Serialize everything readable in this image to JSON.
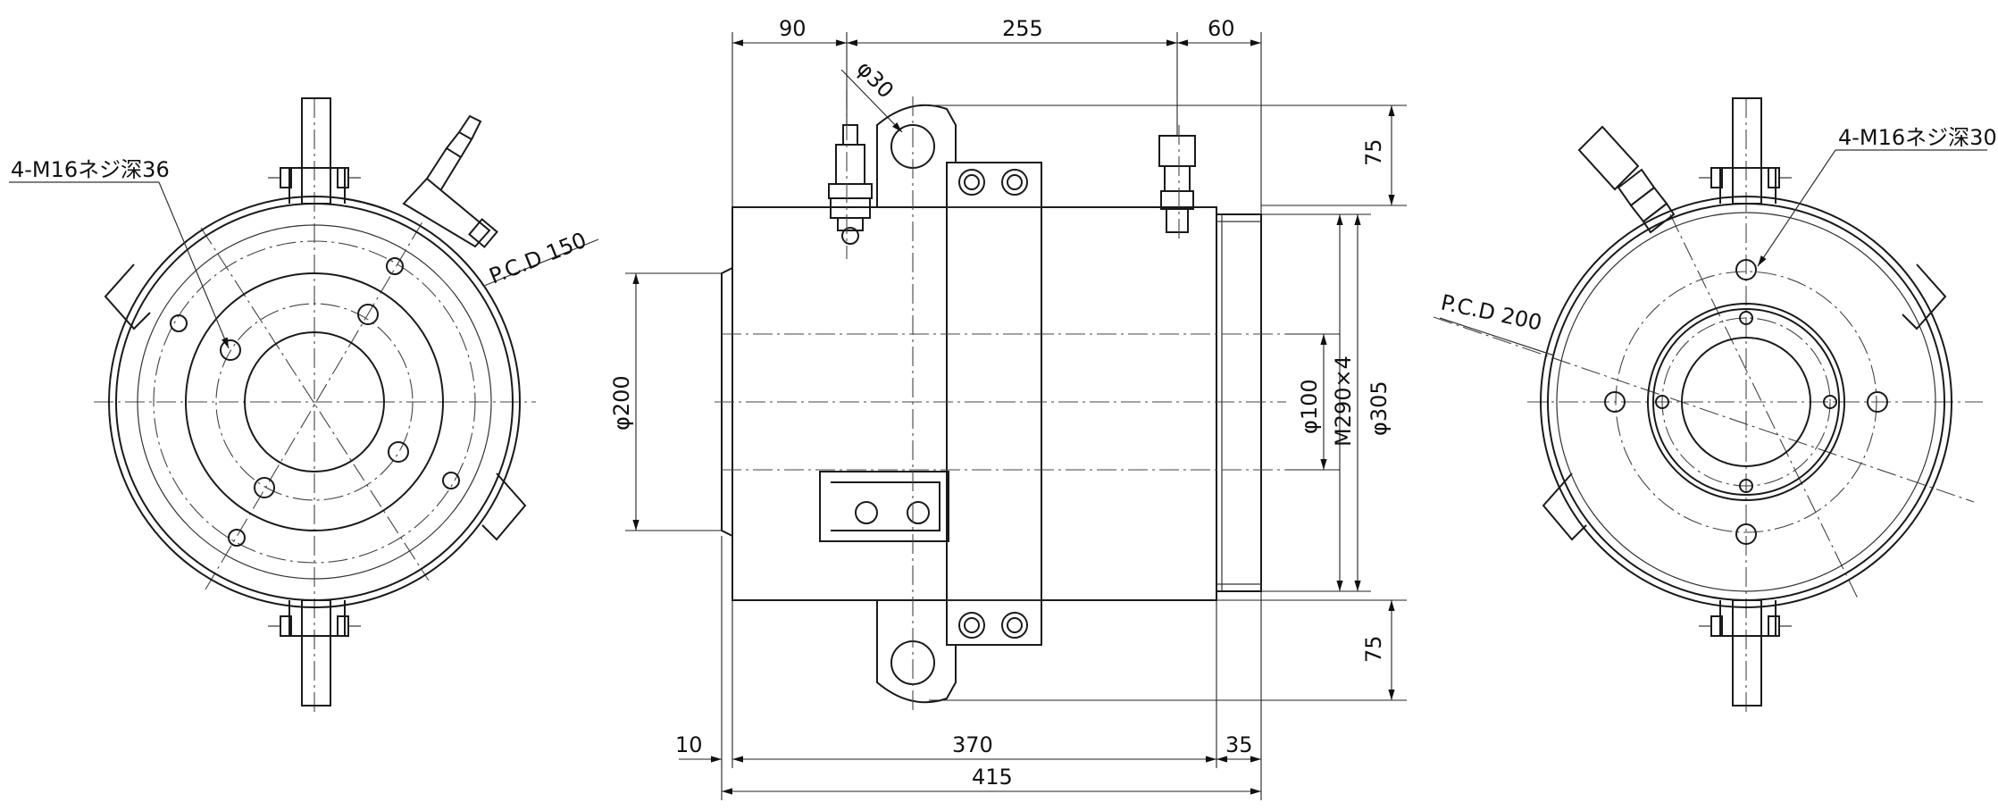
{
  "dimensions": {
    "top_90": "90",
    "top_255": "255",
    "top_60": "60",
    "phi30": "φ30",
    "right_75_top": "75",
    "right_75_bottom": "75",
    "phi200": "φ200",
    "phi100": "φ100",
    "m290": "M290×4",
    "phi305": "φ305",
    "bottom_10": "10",
    "bottom_370": "370",
    "bottom_35": "35",
    "bottom_415": "415"
  },
  "left_view": {
    "thread_note": "4-M16ネジ深36",
    "pcd_note": "P.C.D 150"
  },
  "right_view": {
    "thread_note": "4-M16ネジ深30",
    "pcd_note": "P.C.D 200"
  }
}
